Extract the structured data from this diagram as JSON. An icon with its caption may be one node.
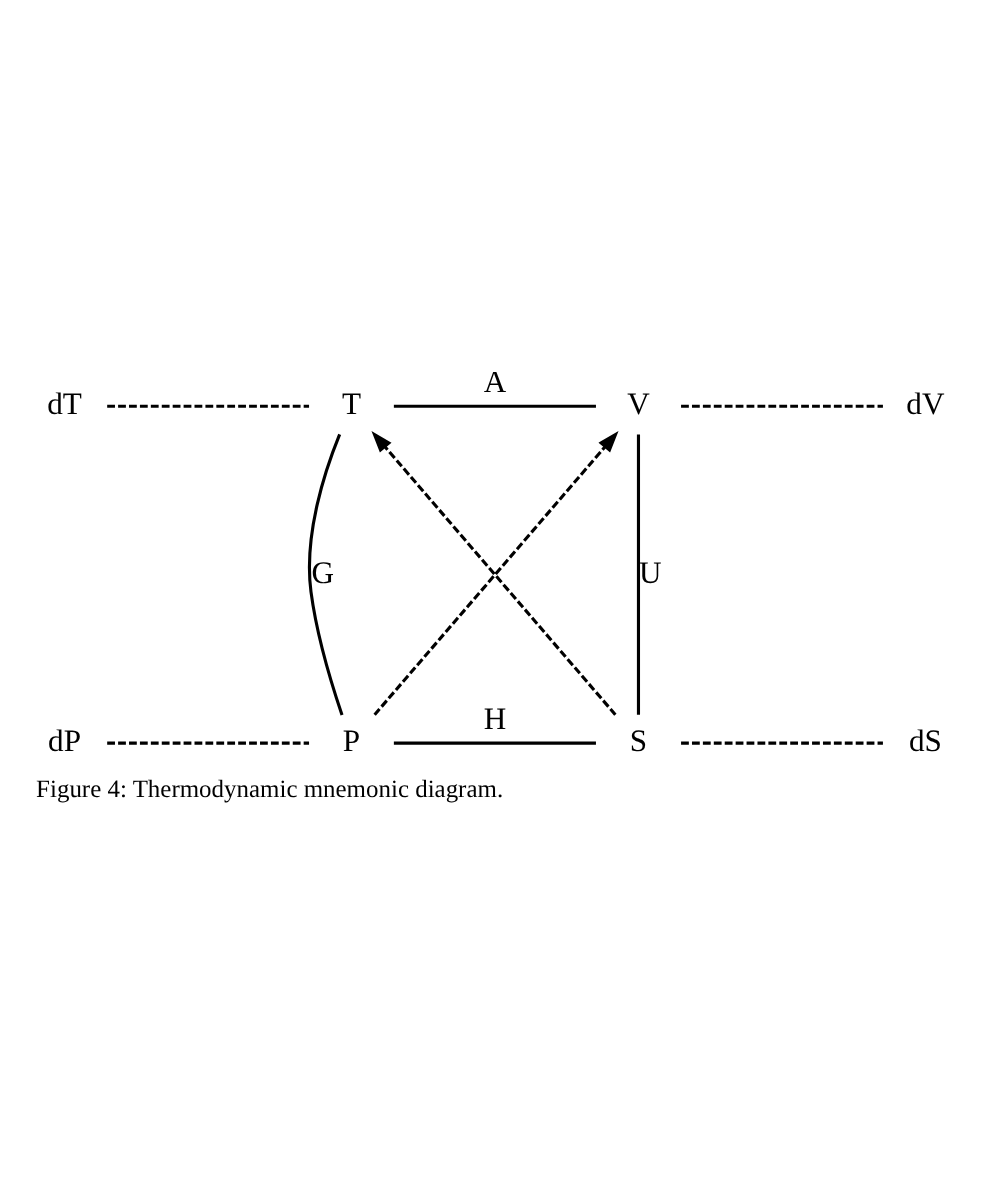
{
  "diagram": {
    "caption": "Figure 4: Thermodynamic mnemonic diagram.",
    "nodes": [
      {
        "text": [
          "dT"
        ]
      },
      {
        "text": [
          "T"
        ]
      },
      {
        "text": [
          "V"
        ]
      },
      {
        "text": [
          "dV"
        ]
      },
      {
        "text": [
          "dP"
        ]
      },
      {
        "text": [
          "P"
        ]
      },
      {
        "text": [
          "S"
        ]
      },
      {
        "text": [
          "dS"
        ]
      }
    ],
    "edges": [
      {
        "from": 0,
        "to": 1,
        "arrow": "none",
        "style": "dashed"
      },
      {
        "from": 1,
        "to": 2,
        "arrow": "none",
        "label": "A"
      },
      {
        "from": 2,
        "to": 3,
        "arrow": "none",
        "style": "dashed"
      },
      {
        "from": 5,
        "to": 1,
        "arrow": "none",
        "label": "G"
      },
      {
        "from": 2,
        "to": 6,
        "arrow": "none",
        "label": "U"
      },
      {
        "from": 5,
        "to": 2,
        "arrow": "to",
        "style": "dashed"
      },
      {
        "from": 6,
        "to": 1,
        "arrow": "to",
        "style": "dashed"
      },
      {
        "from": 4,
        "to": 5,
        "arrow": "none",
        "style": "dashed"
      },
      {
        "from": 5,
        "to": 6,
        "arrow": "none",
        "label": "H"
      },
      {
        "from": 6,
        "to": 7,
        "arrow": "none",
        "style": "dashed"
      }
    ]
  }
}
